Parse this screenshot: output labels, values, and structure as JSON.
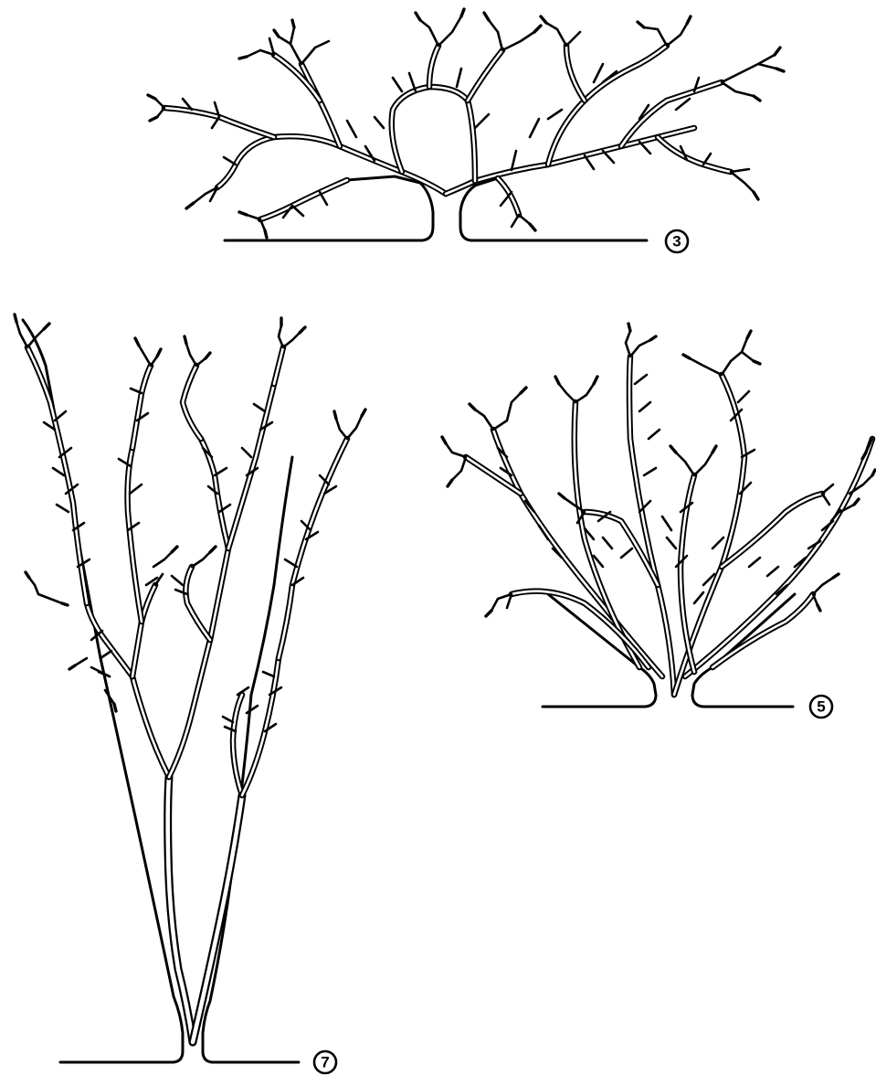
{
  "figures": [
    {
      "id": "plant-3",
      "label": "3"
    },
    {
      "id": "plant-5",
      "label": "5"
    },
    {
      "id": "plant-7",
      "label": "7"
    }
  ]
}
